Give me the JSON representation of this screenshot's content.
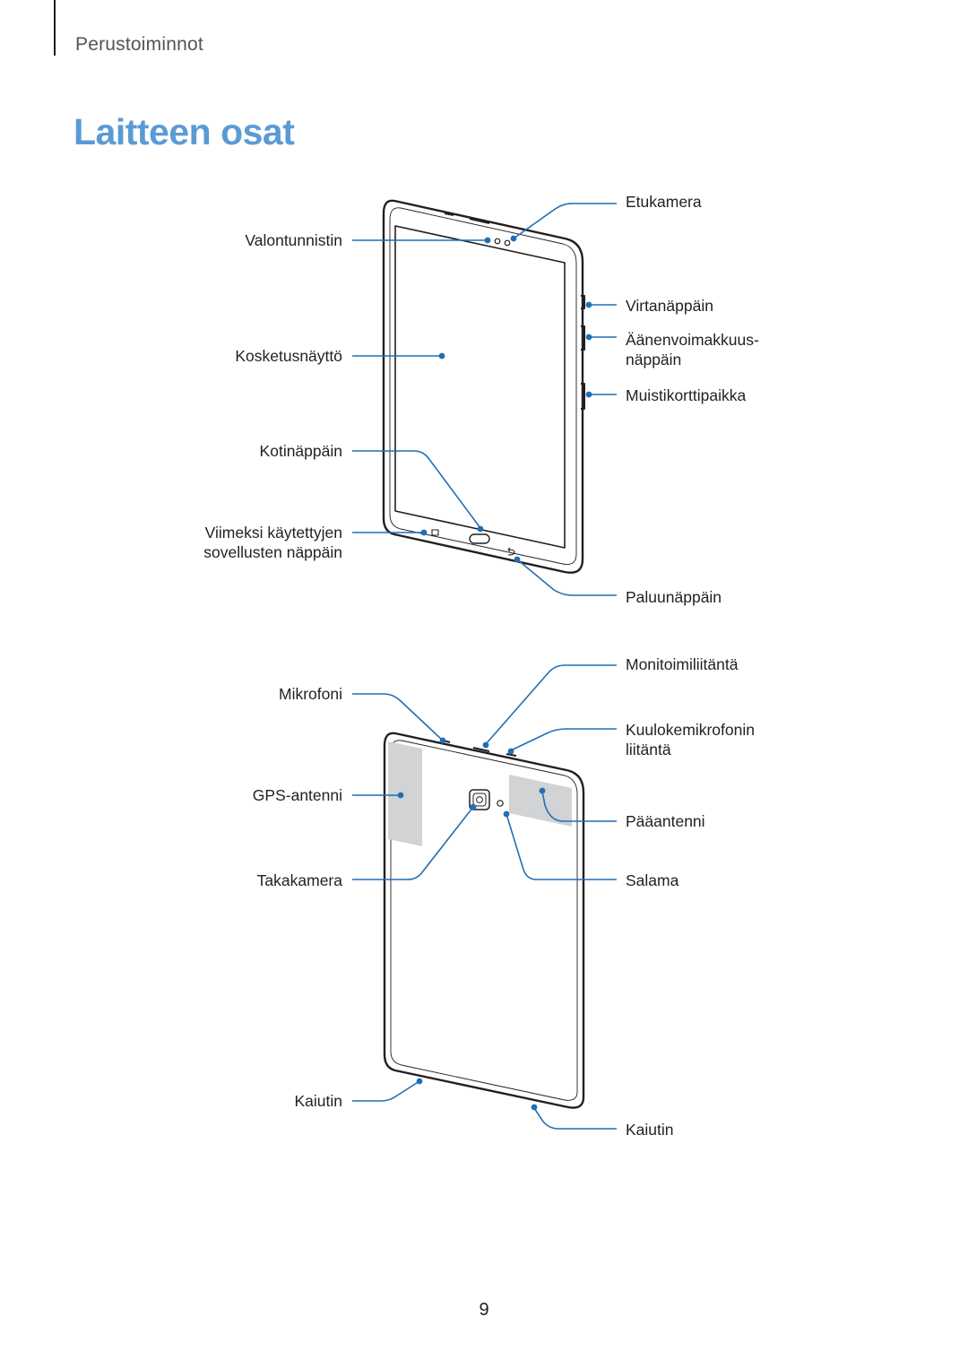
{
  "header": {
    "section": "Perustoiminnot"
  },
  "title": "Laitteen osat",
  "front_view": {
    "labels_left": {
      "light_sensor": "Valontunnistin",
      "touchscreen": "Kosketusnäyttö",
      "home_key": "Kotinäppäin",
      "recent_apps_key": "Viimeksi käytettyjen\nsovellusten näppäin"
    },
    "labels_right": {
      "front_camera": "Etukamera",
      "power_key": "Virtanäppäin",
      "volume_key": "Äänenvoimakkuus-\nnäppäin",
      "memory_card_slot": "Muistikorttipaikka",
      "back_key": "Paluunäppäin"
    }
  },
  "back_view": {
    "labels_left": {
      "microphone": "Mikrofoni",
      "gps_antenna": "GPS-antenni",
      "rear_camera": "Takakamera",
      "speaker": "Kaiutin"
    },
    "labels_right": {
      "multipurpose_jack": "Monitoimiliitäntä",
      "earphone_jack": "Kuulokemikrofonin\nliitäntä",
      "main_antenna": "Pääantenni",
      "flash": "Salama",
      "speaker": "Kaiutin"
    }
  },
  "colors": {
    "title": "#5b9bd5",
    "callout": "#1f6fb5",
    "antenna_fill": "#d1d3d4"
  },
  "page_number": "9"
}
